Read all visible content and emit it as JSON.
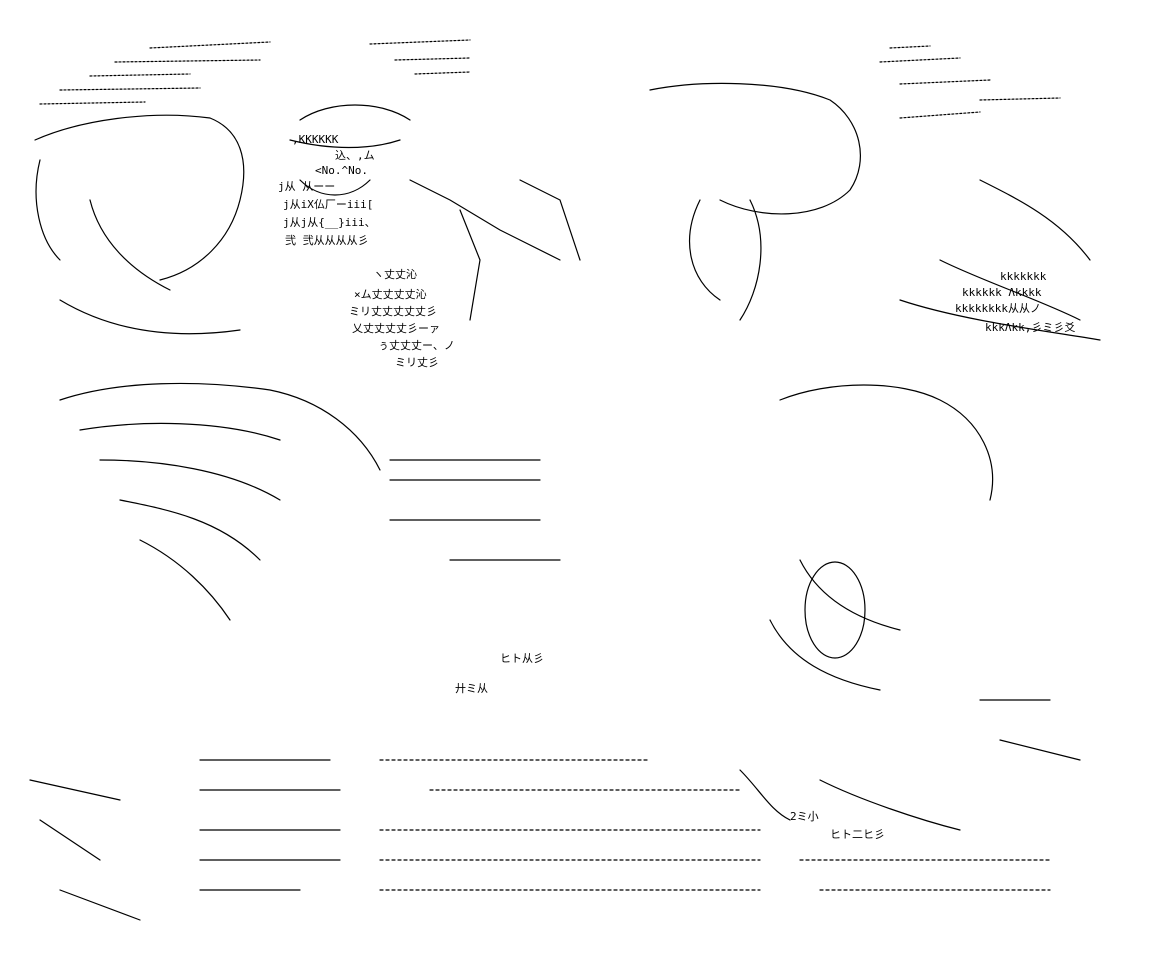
{
  "artwork": {
    "style": "ascii-art",
    "ink_color": "#000000",
    "paper_color": "#ffffff",
    "text_fragments": [
      {
        "label": "flag-text",
        "text": ",KKKKKK"
      },
      {
        "label": "name-text",
        "text": "込、,ム"
      },
      {
        "label": "number-text",
        "text": "<No.^No."
      },
      {
        "label": "hand-text",
        "text": "j从 从ーー"
      },
      {
        "label": "hand-text",
        "text": "j从iX仏厂ーiii["
      },
      {
        "label": "hand-text",
        "text": "j从j从{__}iii、"
      },
      {
        "label": "hand-text",
        "text": "弐 弐从从从从彡"
      },
      {
        "label": "face-text",
        "text": "ヽ丈丈沁"
      },
      {
        "label": "face-text",
        "text": "×ム丈丈丈丈沁"
      },
      {
        "label": "face-text",
        "text": "ミリ丈丈丈丈丈彡"
      },
      {
        "label": "face-text",
        "text": "乂丈丈丈丈彡ーァ"
      },
      {
        "label": "face-text",
        "text": "ぅ丈丈丈ー、ノ"
      },
      {
        "label": "face-text",
        "text": "ミリ丈彡"
      },
      {
        "label": "right-side-text",
        "text": "kkkkkk Λkkkk"
      },
      {
        "label": "right-side-text",
        "text": "kkkkkkkk从从ノ"
      },
      {
        "label": "right-side-text",
        "text": "kkkΛkk,彡ミ彡爻"
      },
      {
        "label": "right-side-text",
        "text": "kkkkkkk"
      },
      {
        "label": "signature-text",
        "text": "ヒト从彡"
      },
      {
        "label": "signature-text",
        "text": "廾ミ从"
      },
      {
        "label": "bottom-text",
        "text": "ヒト二ヒ彡"
      },
      {
        "label": "bottom-text",
        "text": "2ミ小"
      }
    ]
  }
}
